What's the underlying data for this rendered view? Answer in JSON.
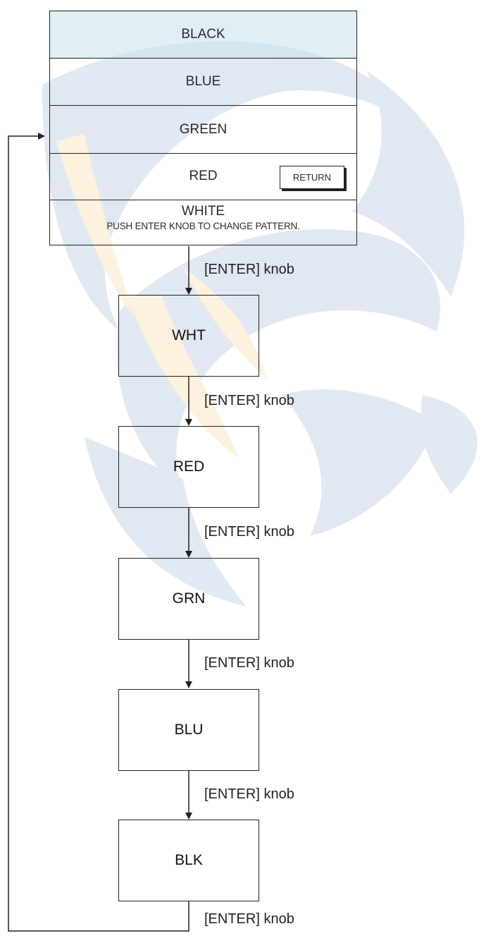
{
  "menu": {
    "items": [
      "BLACK",
      "BLUE",
      "GREEN",
      "RED",
      "WHITE"
    ],
    "return_label": "RETURN",
    "hint": "PUSH ENTER KNOB TO CHANGE PATTERN."
  },
  "steps": [
    "WHT",
    "RED",
    "GRN",
    "BLU",
    "BLK"
  ],
  "transition_label": "[ENTER] knob",
  "colors": {
    "line": "#222222",
    "watermark_blue": "#c9d7e8",
    "watermark_orange": "#fde6c8",
    "menu_highlight": "#c8e1eb"
  }
}
